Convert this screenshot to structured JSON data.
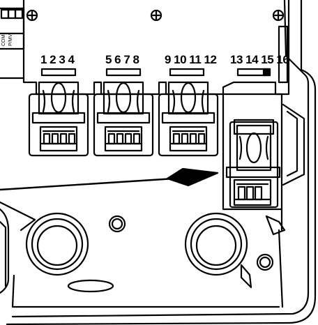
{
  "terminal_groups": [
    {
      "numbers": "1 2 3 4"
    },
    {
      "numbers": "5 6 7 8"
    },
    {
      "numbers": "9 10 11 12"
    },
    {
      "numbers": "13 14 15 16"
    }
  ],
  "side_labels": {
    "com": "COM",
    "pmv": "P/MV"
  }
}
